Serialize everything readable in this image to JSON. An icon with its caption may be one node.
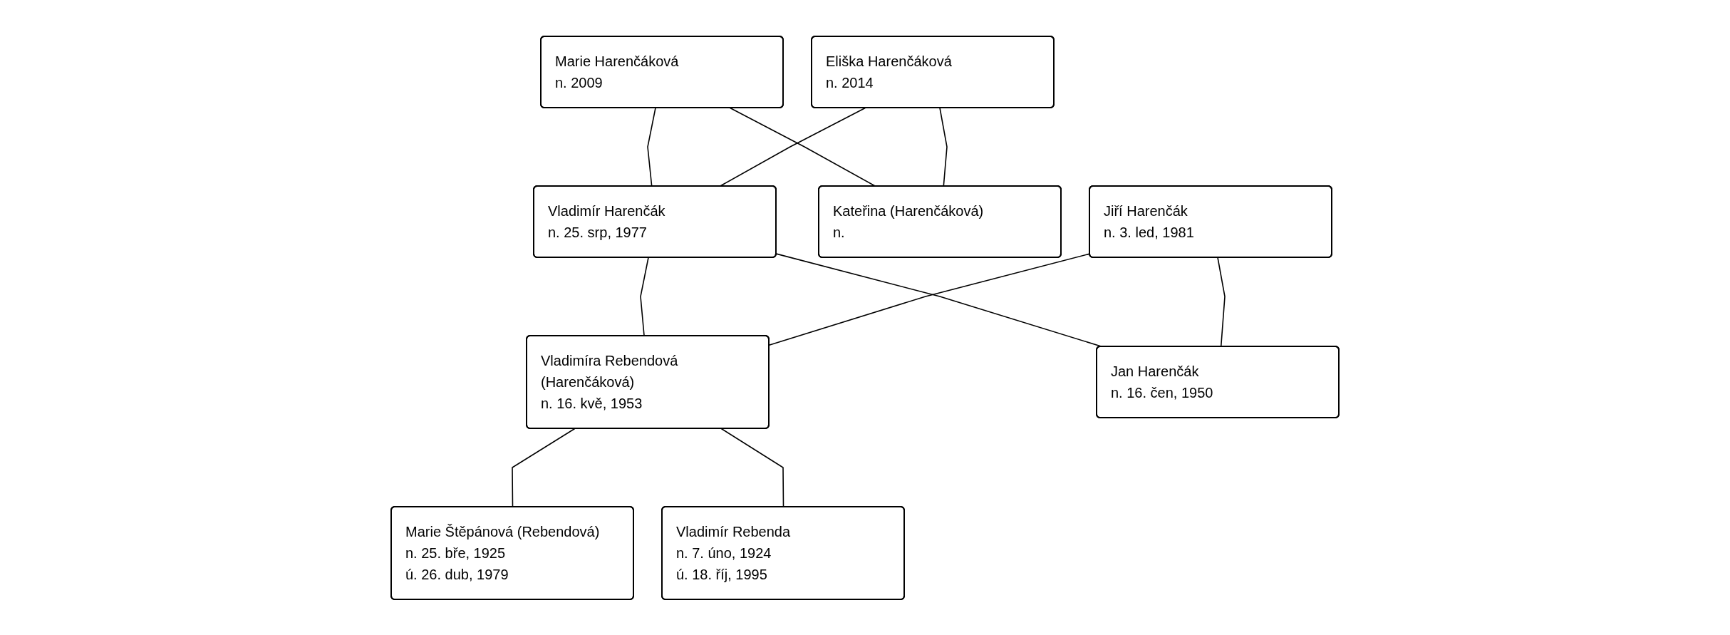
{
  "diagram": {
    "nodes": [
      {
        "text": [
          "Marie Harenčáková",
          "n. 2009"
        ]
      },
      {
        "text": [
          "Eliška Harenčáková",
          "n. 2014"
        ]
      },
      {
        "text": [
          "Vladimír Harenčák",
          "n. 25. srp, 1977"
        ]
      },
      {
        "text": [
          "Kateřina (Harenčáková)",
          "n."
        ]
      },
      {
        "text": [
          "Jiří Harenčák",
          "n. 3. led, 1981"
        ]
      },
      {
        "text": [
          "Vladimíra Rebendová (Harenčáková)",
          "n. 16. kvě, 1953"
        ]
      },
      {
        "text": [
          "Jan Harenčák",
          "n. 16. čen, 1950"
        ]
      },
      {
        "text": [
          "Marie Štěpánová (Rebendová)",
          "n. 25. bře, 1925",
          "ú. 26. dub, 1979"
        ]
      },
      {
        "text": [
          "Vladimír Rebenda",
          "n. 7. úno, 1924",
          "ú. 18. říj, 1995"
        ]
      }
    ],
    "edges": [
      {
        "from": 0,
        "to": 2,
        "arrow": "none"
      },
      {
        "from": 0,
        "to": 3,
        "arrow": "none"
      },
      {
        "from": 1,
        "to": 2,
        "arrow": "none"
      },
      {
        "from": 1,
        "to": 3,
        "arrow": "none"
      },
      {
        "from": 2,
        "to": 5,
        "arrow": "none"
      },
      {
        "from": 2,
        "to": 6,
        "arrow": "none"
      },
      {
        "from": 4,
        "to": 5,
        "arrow": "none"
      },
      {
        "from": 4,
        "to": 6,
        "arrow": "none"
      },
      {
        "from": 5,
        "to": 7,
        "arrow": "none"
      },
      {
        "from": 5,
        "to": 8,
        "arrow": "none"
      }
    ]
  }
}
